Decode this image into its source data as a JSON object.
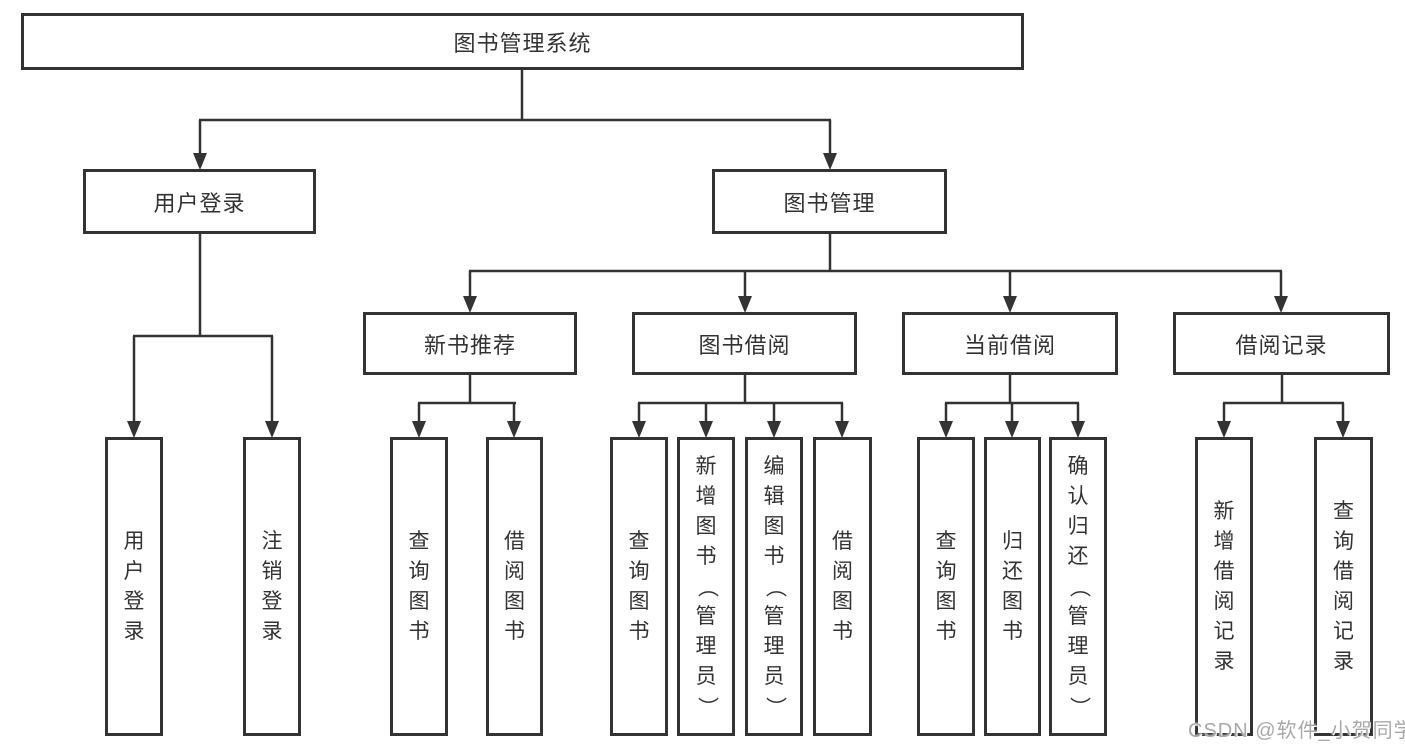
{
  "colors": {
    "line": "#333333",
    "text": "#333333",
    "box_bg": "#ffffff",
    "watermark": "#a9a9a9"
  },
  "nodes": {
    "root": "图书管理系统",
    "level2": [
      "用户登录",
      "图书管理"
    ],
    "level3": [
      "新书推荐",
      "图书借阅",
      "当前借阅",
      "借阅记录"
    ],
    "leaves": [
      "用户登录",
      "注销登录",
      "查询图书",
      "借阅图书",
      "查询图书",
      "新增图书（管理员）",
      "编辑图书（管理员）",
      "借阅图书",
      "查询图书",
      "归还图书",
      "确认归还（管理员）",
      "新增借阅记录",
      "查询借阅记录"
    ]
  },
  "watermark": "CSDN @软件_小贺同学"
}
